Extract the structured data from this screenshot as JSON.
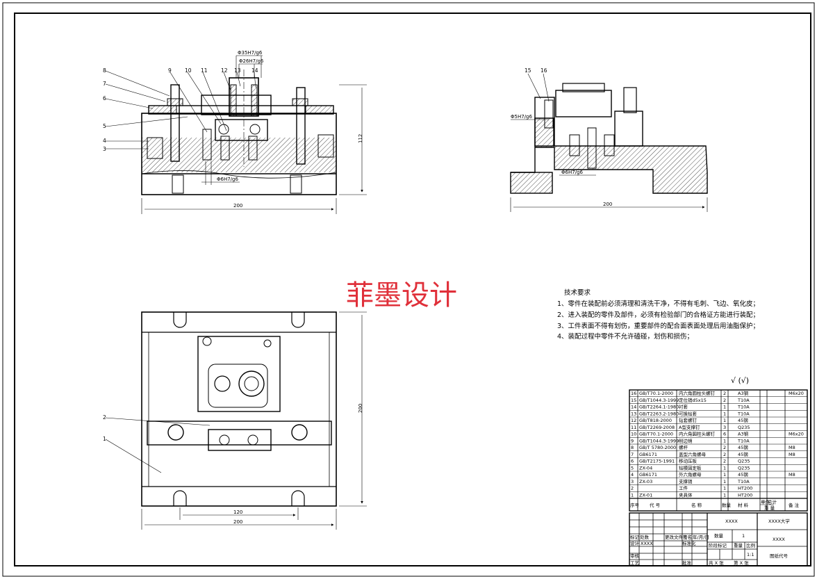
{
  "watermark": "菲墨设计",
  "requirements": {
    "title": "技术要求",
    "items": [
      "1、零件在装配前必须清理和清洗干净，不得有毛刺、飞边、氧化皮；",
      "2、进入装配的零件及部件，必须有检验部门的合格证方能进行装配；",
      "3、工件表面不得有划伤，重要部件的配合面表面处理后用油脂保护；",
      "4、装配过程中零件不允许磕碰，划伤和损伤；"
    ]
  },
  "roughness_note": "√ (√)",
  "dimensions": {
    "front_fit_top": "Φ35H7/g6",
    "front_fit_mid": "Φ26H7/g6",
    "front_fit_bottom": "Φ6H7/g6",
    "front_height": "112",
    "front_width": "200",
    "side_fit_left": "Φ5H7/g6",
    "side_fit_bottom": "Φ6H7/g6",
    "side_width": "200",
    "top_height": "200",
    "top_slot": "120",
    "top_width": "200"
  },
  "balloons": {
    "front": [
      "8",
      "7",
      "6",
      "5",
      "4",
      "3",
      "9",
      "10",
      "11",
      "12",
      "13",
      "14"
    ],
    "side": [
      "15",
      "16"
    ],
    "top": [
      "2",
      "1"
    ]
  },
  "bom": [
    {
      "no": "16",
      "code": "GB/T70.1-2000",
      "name": "内六角圆柱头螺钉",
      "qty": "2",
      "mat": "A3钢",
      "note": "M6x20"
    },
    {
      "no": "15",
      "code": "GB/T1044.3-1999",
      "name": "定位销d5x15",
      "qty": "2",
      "mat": "T10A",
      "note": ""
    },
    {
      "no": "14",
      "code": "GB/T2264.1-1980",
      "name": "衬套",
      "qty": "1",
      "mat": "T10A",
      "note": ""
    },
    {
      "no": "13",
      "code": "GB/T2263.2-1980",
      "name": "可换钻套",
      "qty": "1",
      "mat": "T10A",
      "note": ""
    },
    {
      "no": "12",
      "code": "GB/T818-2000",
      "name": "钻套螺钉",
      "qty": "1",
      "mat": "45钢",
      "note": ""
    },
    {
      "no": "11",
      "code": "GB/T2269-2008",
      "name": "A型支撑钉",
      "qty": "3",
      "mat": "Q235",
      "note": ""
    },
    {
      "no": "10",
      "code": "GB/T70.1-2000",
      "name": "内六角圆柱头螺钉",
      "qty": "6",
      "mat": "A3钢",
      "note": "M6x20"
    },
    {
      "no": "9",
      "code": "GB/T1044.3-1999",
      "name": "削边销",
      "qty": "1",
      "mat": "T10A",
      "note": ""
    },
    {
      "no": "8",
      "code": "GB/T 5780-2000",
      "name": "螺杆",
      "qty": "2",
      "mat": "45钢",
      "note": "M8"
    },
    {
      "no": "7",
      "code": "GB6171",
      "name": "盖型六角螺母",
      "qty": "2",
      "mat": "45钢",
      "note": "M8"
    },
    {
      "no": "6",
      "code": "GB/T2175-1991",
      "name": "移动压板",
      "qty": "2",
      "mat": "Q235",
      "note": ""
    },
    {
      "no": "5",
      "code": "ZX-04",
      "name": "钻模固定板",
      "qty": "1",
      "mat": "Q235",
      "note": ""
    },
    {
      "no": "4",
      "code": "GB6171",
      "name": "外六角螺母",
      "qty": "1",
      "mat": "45钢",
      "note": "M8"
    },
    {
      "no": "3",
      "code": "ZX-03",
      "name": "支撑销",
      "qty": "1",
      "mat": "T10A",
      "note": ""
    },
    {
      "no": "2",
      "code": "",
      "name": "工件",
      "qty": "1",
      "mat": "HT200",
      "note": ""
    },
    {
      "no": "1",
      "code": "ZX-01",
      "name": "夹具体",
      "qty": "1",
      "mat": "HT200",
      "note": ""
    }
  ],
  "bom_header": {
    "no": "序号",
    "code": "代 号",
    "name": "名 称",
    "qty": "数量",
    "mat": "材 料",
    "w1": "单件",
    "w2": "总计",
    "wt": "重 量",
    "note": "备 注"
  },
  "title_block": {
    "drawing_name": "XXXX",
    "school": "XXXX大学",
    "drawing_no": "XXXX",
    "qty_label": "数量",
    "qty_value": "1",
    "stage_label": "阶段标记",
    "weight_label": "重量",
    "scale_label": "比例",
    "scale_value": "1:1",
    "sheets_label": "共 X 张",
    "sheet_label": "第 X 张",
    "code_label": "图纸代号",
    "rev_headers": [
      "标记",
      "处数",
      "更改文件号",
      "签名",
      "年/月/日"
    ],
    "design_label": "设计",
    "design_name": "XXXX",
    "std_label": "标准化",
    "check_label": "审核",
    "craft_label": "工艺",
    "approve_label": "批准"
  }
}
